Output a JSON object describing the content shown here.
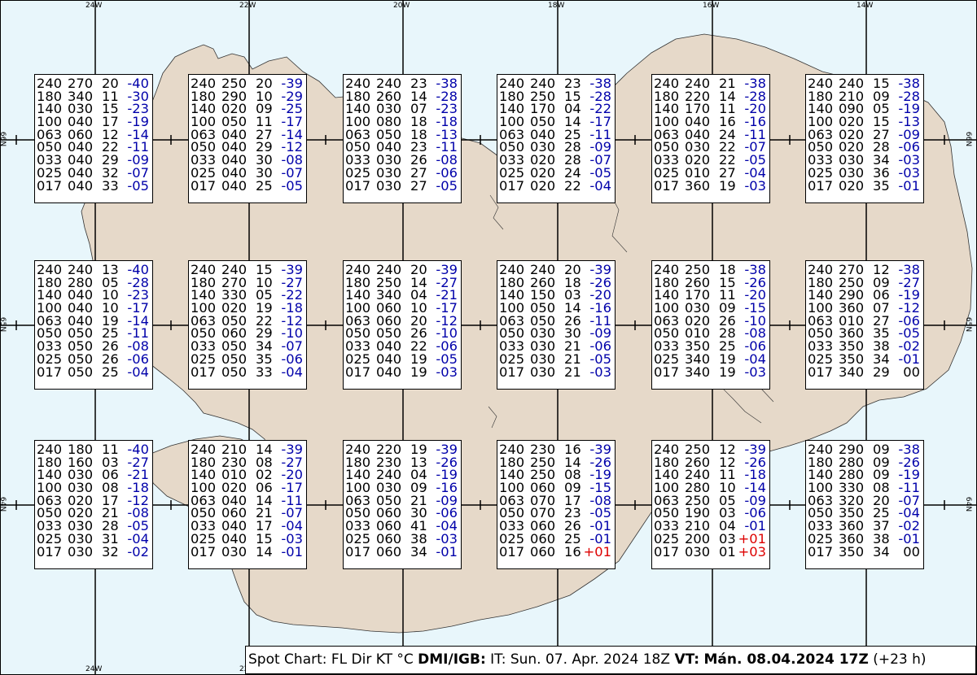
{
  "colors": {
    "sea": "#e8f6fb",
    "land": "#e6d9c9",
    "coast": "#333333",
    "grid": "#000000",
    "temp_negative": "#0000aa",
    "temp_positive": "#dd0000",
    "temp_zero": "#000000"
  },
  "axes": {
    "lon_labels": [
      "24W",
      "22W",
      "20W",
      "18W",
      "16W",
      "14W"
    ],
    "lat_labels": [
      "66N",
      "65N",
      "64N"
    ]
  },
  "footer": {
    "title": "Spot Chart: FL Dir KT °C",
    "source": "DMI/IGB:",
    "issue": "IT: Sun. 07. Apr. 2024 18Z",
    "vt_label": "VT:",
    "vt_value": "Mán. 08.04.2024 17Z",
    "lead": "(+23 h)"
  },
  "spots": [
    {
      "lat": "66N",
      "lon": "24W",
      "rows": [
        [
          "240",
          "270",
          "20",
          "-40"
        ],
        [
          "180",
          "340",
          "11",
          "-30"
        ],
        [
          "140",
          "030",
          "15",
          "-23"
        ],
        [
          "100",
          "040",
          "17",
          "-19"
        ],
        [
          "063",
          "060",
          "12",
          "-14"
        ],
        [
          "050",
          "040",
          "22",
          "-11"
        ],
        [
          "033",
          "040",
          "29",
          "-09"
        ],
        [
          "025",
          "040",
          "32",
          "-07"
        ],
        [
          "017",
          "040",
          "33",
          "-05"
        ]
      ]
    },
    {
      "lat": "66N",
      "lon": "22W",
      "rows": [
        [
          "240",
          "250",
          "20",
          "-39"
        ],
        [
          "180",
          "290",
          "10",
          "-29"
        ],
        [
          "140",
          "020",
          "09",
          "-25"
        ],
        [
          "100",
          "050",
          "11",
          "-17"
        ],
        [
          "063",
          "040",
          "27",
          "-14"
        ],
        [
          "050",
          "040",
          "29",
          "-12"
        ],
        [
          "033",
          "040",
          "30",
          "-08"
        ],
        [
          "025",
          "040",
          "30",
          "-07"
        ],
        [
          "017",
          "040",
          "25",
          "-05"
        ]
      ]
    },
    {
      "lat": "66N",
      "lon": "20W",
      "rows": [
        [
          "240",
          "240",
          "23",
          "-38"
        ],
        [
          "180",
          "260",
          "14",
          "-28"
        ],
        [
          "140",
          "030",
          "07",
          "-23"
        ],
        [
          "100",
          "080",
          "18",
          "-18"
        ],
        [
          "063",
          "050",
          "18",
          "-13"
        ],
        [
          "050",
          "040",
          "23",
          "-11"
        ],
        [
          "033",
          "030",
          "26",
          "-08"
        ],
        [
          "025",
          "030",
          "27",
          "-06"
        ],
        [
          "017",
          "030",
          "27",
          "-05"
        ]
      ]
    },
    {
      "lat": "66N",
      "lon": "18W",
      "rows": [
        [
          "240",
          "240",
          "23",
          "-38"
        ],
        [
          "180",
          "250",
          "15",
          "-28"
        ],
        [
          "140",
          "170",
          "04",
          "-22"
        ],
        [
          "100",
          "050",
          "14",
          "-17"
        ],
        [
          "063",
          "040",
          "25",
          "-11"
        ],
        [
          "050",
          "030",
          "28",
          "-09"
        ],
        [
          "033",
          "020",
          "28",
          "-07"
        ],
        [
          "025",
          "020",
          "24",
          "-05"
        ],
        [
          "017",
          "020",
          "22",
          "-04"
        ]
      ]
    },
    {
      "lat": "66N",
      "lon": "16W",
      "rows": [
        [
          "240",
          "240",
          "21",
          "-38"
        ],
        [
          "180",
          "220",
          "14",
          "-28"
        ],
        [
          "140",
          "170",
          "11",
          "-20"
        ],
        [
          "100",
          "040",
          "16",
          "-16"
        ],
        [
          "063",
          "040",
          "24",
          "-11"
        ],
        [
          "050",
          "030",
          "22",
          "-07"
        ],
        [
          "033",
          "020",
          "22",
          "-05"
        ],
        [
          "025",
          "010",
          "27",
          "-04"
        ],
        [
          "017",
          "360",
          "19",
          "-03"
        ]
      ]
    },
    {
      "lat": "66N",
      "lon": "14W",
      "rows": [
        [
          "240",
          "240",
          "15",
          "-38"
        ],
        [
          "180",
          "210",
          "09",
          "-28"
        ],
        [
          "140",
          "090",
          "05",
          "-19"
        ],
        [
          "100",
          "020",
          "15",
          "-13"
        ],
        [
          "063",
          "020",
          "27",
          "-09"
        ],
        [
          "050",
          "020",
          "28",
          "-06"
        ],
        [
          "033",
          "030",
          "34",
          "-03"
        ],
        [
          "025",
          "030",
          "36",
          "-03"
        ],
        [
          "017",
          "020",
          "35",
          "-01"
        ]
      ]
    },
    {
      "lat": "65N",
      "lon": "24W",
      "rows": [
        [
          "240",
          "240",
          "13",
          "-40"
        ],
        [
          "180",
          "280",
          "05",
          "-28"
        ],
        [
          "140",
          "040",
          "10",
          "-23"
        ],
        [
          "100",
          "040",
          "10",
          "-17"
        ],
        [
          "063",
          "040",
          "19",
          "-14"
        ],
        [
          "050",
          "050",
          "25",
          "-11"
        ],
        [
          "033",
          "050",
          "26",
          "-08"
        ],
        [
          "025",
          "050",
          "26",
          "-06"
        ],
        [
          "017",
          "050",
          "25",
          "-04"
        ]
      ]
    },
    {
      "lat": "65N",
      "lon": "22W",
      "rows": [
        [
          "240",
          "240",
          "15",
          "-39"
        ],
        [
          "180",
          "270",
          "10",
          "-27"
        ],
        [
          "140",
          "330",
          "05",
          "-22"
        ],
        [
          "100",
          "020",
          "19",
          "-18"
        ],
        [
          "063",
          "050",
          "22",
          "-12"
        ],
        [
          "050",
          "060",
          "29",
          "-10"
        ],
        [
          "033",
          "050",
          "34",
          "-07"
        ],
        [
          "025",
          "050",
          "35",
          "-06"
        ],
        [
          "017",
          "050",
          "33",
          "-04"
        ]
      ]
    },
    {
      "lat": "65N",
      "lon": "20W",
      "rows": [
        [
          "240",
          "240",
          "20",
          "-39"
        ],
        [
          "180",
          "250",
          "14",
          "-27"
        ],
        [
          "140",
          "340",
          "04",
          "-21"
        ],
        [
          "100",
          "060",
          "10",
          "-17"
        ],
        [
          "063",
          "060",
          "20",
          "-12"
        ],
        [
          "050",
          "050",
          "26",
          "-10"
        ],
        [
          "033",
          "040",
          "22",
          "-06"
        ],
        [
          "025",
          "040",
          "19",
          "-05"
        ],
        [
          "017",
          "040",
          "19",
          "-03"
        ]
      ]
    },
    {
      "lat": "65N",
      "lon": "18W",
      "rows": [
        [
          "240",
          "240",
          "20",
          "-39"
        ],
        [
          "180",
          "260",
          "18",
          "-26"
        ],
        [
          "140",
          "150",
          "03",
          "-20"
        ],
        [
          "100",
          "050",
          "14",
          "-16"
        ],
        [
          "063",
          "050",
          "26",
          "-11"
        ],
        [
          "050",
          "030",
          "30",
          "-09"
        ],
        [
          "033",
          "030",
          "21",
          "-06"
        ],
        [
          "025",
          "030",
          "21",
          "-05"
        ],
        [
          "017",
          "030",
          "21",
          "-03"
        ]
      ]
    },
    {
      "lat": "65N",
      "lon": "16W",
      "rows": [
        [
          "240",
          "250",
          "18",
          "-38"
        ],
        [
          "180",
          "260",
          "15",
          "-26"
        ],
        [
          "140",
          "170",
          "11",
          "-20"
        ],
        [
          "100",
          "030",
          "09",
          "-15"
        ],
        [
          "063",
          "020",
          "26",
          "-10"
        ],
        [
          "050",
          "010",
          "28",
          "-08"
        ],
        [
          "033",
          "350",
          "25",
          "-06"
        ],
        [
          "025",
          "340",
          "19",
          "-04"
        ],
        [
          "017",
          "340",
          "19",
          "-03"
        ]
      ]
    },
    {
      "lat": "65N",
      "lon": "14W",
      "rows": [
        [
          "240",
          "270",
          "12",
          "-38"
        ],
        [
          "180",
          "250",
          "09",
          "-27"
        ],
        [
          "140",
          "290",
          "06",
          "-19"
        ],
        [
          "100",
          "360",
          "07",
          "-12"
        ],
        [
          "063",
          "010",
          "27",
          "-06"
        ],
        [
          "050",
          "360",
          "35",
          "-05"
        ],
        [
          "033",
          "350",
          "38",
          "-02"
        ],
        [
          "025",
          "350",
          "34",
          "-01"
        ],
        [
          "017",
          "340",
          "29",
          "00"
        ]
      ]
    },
    {
      "lat": "64N",
      "lon": "24W",
      "rows": [
        [
          "240",
          "180",
          "11",
          "-40"
        ],
        [
          "180",
          "160",
          "03",
          "-27"
        ],
        [
          "140",
          "030",
          "06",
          "-21"
        ],
        [
          "100",
          "030",
          "08",
          "-18"
        ],
        [
          "063",
          "020",
          "17",
          "-12"
        ],
        [
          "050",
          "020",
          "21",
          "-08"
        ],
        [
          "033",
          "030",
          "28",
          "-05"
        ],
        [
          "025",
          "030",
          "31",
          "-04"
        ],
        [
          "017",
          "030",
          "32",
          "-02"
        ]
      ]
    },
    {
      "lat": "64N",
      "lon": "22W",
      "rows": [
        [
          "240",
          "210",
          "14",
          "-39"
        ],
        [
          "180",
          "230",
          "08",
          "-27"
        ],
        [
          "140",
          "010",
          "02",
          "-20"
        ],
        [
          "100",
          "020",
          "06",
          "-17"
        ],
        [
          "063",
          "040",
          "14",
          "-11"
        ],
        [
          "050",
          "060",
          "21",
          "-07"
        ],
        [
          "033",
          "040",
          "17",
          "-04"
        ],
        [
          "025",
          "040",
          "15",
          "-03"
        ],
        [
          "017",
          "030",
          "14",
          "-01"
        ]
      ]
    },
    {
      "lat": "64N",
      "lon": "20W",
      "rows": [
        [
          "240",
          "220",
          "19",
          "-39"
        ],
        [
          "180",
          "230",
          "13",
          "-26"
        ],
        [
          "140",
          "240",
          "04",
          "-19"
        ],
        [
          "100",
          "030",
          "09",
          "-16"
        ],
        [
          "063",
          "050",
          "21",
          "-09"
        ],
        [
          "050",
          "060",
          "30",
          "-06"
        ],
        [
          "033",
          "060",
          "41",
          "-04"
        ],
        [
          "025",
          "060",
          "38",
          "-03"
        ],
        [
          "017",
          "060",
          "34",
          "-01"
        ]
      ]
    },
    {
      "lat": "64N",
      "lon": "18W",
      "rows": [
        [
          "240",
          "230",
          "16",
          "-39"
        ],
        [
          "180",
          "250",
          "14",
          "-26"
        ],
        [
          "140",
          "250",
          "08",
          "-19"
        ],
        [
          "100",
          "060",
          "09",
          "-15"
        ],
        [
          "063",
          "070",
          "17",
          "-08"
        ],
        [
          "050",
          "070",
          "23",
          "-05"
        ],
        [
          "033",
          "060",
          "26",
          "-01"
        ],
        [
          "025",
          "060",
          "25",
          "-01"
        ],
        [
          "017",
          "060",
          "16",
          "+01"
        ]
      ]
    },
    {
      "lat": "64N",
      "lon": "16W",
      "rows": [
        [
          "240",
          "250",
          "12",
          "-39"
        ],
        [
          "180",
          "260",
          "12",
          "-26"
        ],
        [
          "140",
          "240",
          "11",
          "-18"
        ],
        [
          "100",
          "280",
          "10",
          "-14"
        ],
        [
          "063",
          "250",
          "05",
          "-09"
        ],
        [
          "050",
          "190",
          "03",
          "-06"
        ],
        [
          "033",
          "210",
          "04",
          "-01"
        ],
        [
          "025",
          "200",
          "03",
          "+01"
        ],
        [
          "017",
          "030",
          "01",
          "+03"
        ]
      ]
    },
    {
      "lat": "64N",
      "lon": "14W",
      "rows": [
        [
          "240",
          "290",
          "09",
          "-38"
        ],
        [
          "180",
          "280",
          "09",
          "-26"
        ],
        [
          "140",
          "280",
          "09",
          "-19"
        ],
        [
          "100",
          "330",
          "08",
          "-11"
        ],
        [
          "063",
          "320",
          "20",
          "-07"
        ],
        [
          "050",
          "350",
          "25",
          "-04"
        ],
        [
          "033",
          "360",
          "37",
          "-02"
        ],
        [
          "025",
          "360",
          "38",
          "-01"
        ],
        [
          "017",
          "350",
          "34",
          "00"
        ]
      ]
    }
  ]
}
